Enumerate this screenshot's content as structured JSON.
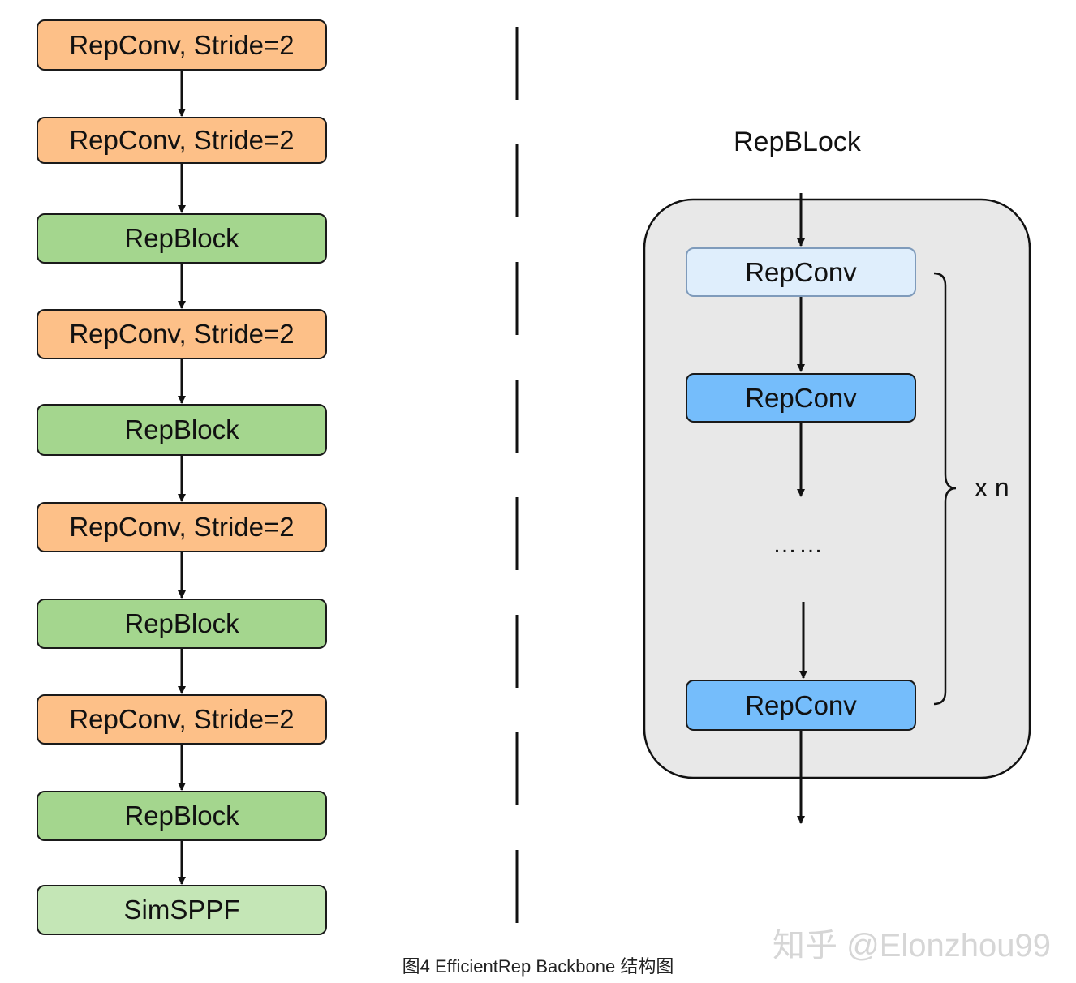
{
  "backbone": {
    "layers": [
      "RepConv, Stride=2",
      "RepConv, Stride=2",
      "RepBlock",
      "RepConv, Stride=2",
      "RepBlock",
      "RepConv, Stride=2",
      "RepBlock",
      "RepConv, Stride=2",
      "RepBlock",
      "SimSPPF"
    ]
  },
  "repblock": {
    "title": "RepBLock",
    "first_conv": "RepConv",
    "second_conv": "RepConv",
    "ellipsis": "……",
    "last_conv": "RepConv",
    "repeat_label": "x n"
  },
  "caption": "图4 EfficientRep Backbone 结构图",
  "watermark": "知乎 @Elonzhou99",
  "colors": {
    "repconv_stride": "#fdc088",
    "repblock": "#a4d68e",
    "simsppf": "#c4e6b6",
    "repconv_light": "#dfeefc",
    "repconv_blue": "#75bdfb",
    "container": "#e8e8e8"
  }
}
